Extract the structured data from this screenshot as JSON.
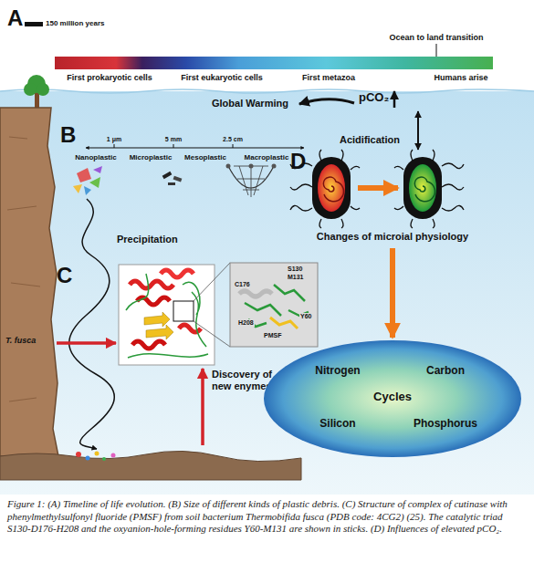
{
  "diagram": {
    "caption": "Figure 1: (A) Timeline of life evolution. (B) Size of different kinds of plastic debris. (C) Structure of complex of cutinase with phenylmethylsulfonyl fluoride (PMSF) from soil bacterium Thermobifida fusca (PDB code: 4CG2) (25). The catalytic triad S130-D176-H208 and the oxyanion-hole-forming residues Y60-M131 are shown in sticks. (D) Influences of elevated pCO₂.",
    "nodes": [
      {
        "text": [
          "S130",
          "M131",
          "C176",
          "H208",
          "PMSF",
          "Y60"
        ]
      },
      {
        "text": [
          "Acidification",
          "Changes of microial physiology"
        ]
      },
      {
        "text": [
          "Nitrogen",
          "Carbon",
          "Cycles",
          "Silicon",
          "Phosphorus"
        ]
      }
    ],
    "edges": [
      {
        "from": 1,
        "to": 2,
        "arrow": "to"
      }
    ],
    "labels": [
      "A",
      "150 million years",
      "Ocean to land transition",
      "First prokaryotic cells",
      "First eukaryotic cells",
      "First metazoa",
      "Humans arise",
      "B",
      "1 μm",
      "5 mm",
      "2.5 cm",
      "Nanoplastic",
      "Microplastic",
      "Mesoplastic",
      "Macroplastic",
      "Precipitation",
      "C",
      "T. fusca",
      "Discovery of new enymes",
      "D",
      "Global Warming",
      "pCO₂"
    ]
  }
}
